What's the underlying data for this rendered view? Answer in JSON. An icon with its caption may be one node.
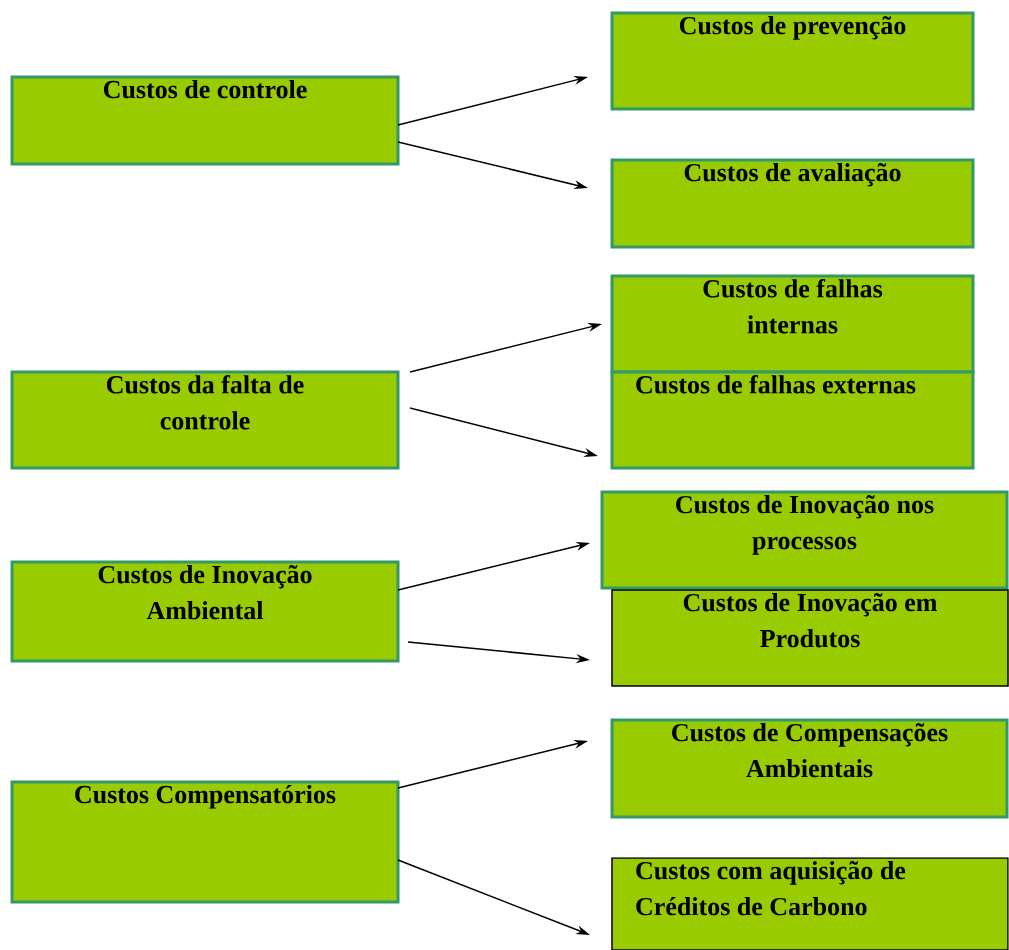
{
  "diagram": {
    "nodes": [
      {
        "text": [
          "Custos de controle"
        ]
      },
      {
        "text": [
          "Custos de prevenção"
        ]
      },
      {
        "text": [
          "Custos de avaliação"
        ]
      },
      {
        "text": [
          "Custos da falta de controle"
        ]
      },
      {
        "text": [
          "Custos de falhas internas"
        ]
      },
      {
        "text": [
          "Custos de falhas externas"
        ]
      },
      {
        "text": [
          "Custos de Inovação Ambiental"
        ]
      },
      {
        "text": [
          "Custos de Inovação nos processos"
        ]
      },
      {
        "text": [
          "Custos de Inovação em Produtos"
        ]
      },
      {
        "text": [
          "Custos Compensatórios"
        ]
      },
      {
        "text": [
          "Custos de Compensações Ambientais"
        ]
      },
      {
        "text": [
          "Custos com aquisição de Créditos de Carbono"
        ]
      }
    ],
    "edges": [
      {
        "from": 0,
        "to": 1,
        "arrow": "to"
      },
      {
        "from": 0,
        "to": 2,
        "arrow": "to"
      },
      {
        "from": 3,
        "to": 4,
        "arrow": "to"
      },
      {
        "from": 3,
        "to": 5,
        "arrow": "to"
      },
      {
        "from": 6,
        "to": 7,
        "arrow": "to"
      },
      {
        "from": 6,
        "to": 8,
        "arrow": "to"
      },
      {
        "from": 9,
        "to": 10,
        "arrow": "to"
      },
      {
        "from": 9,
        "to": 11,
        "arrow": "to"
      }
    ]
  }
}
